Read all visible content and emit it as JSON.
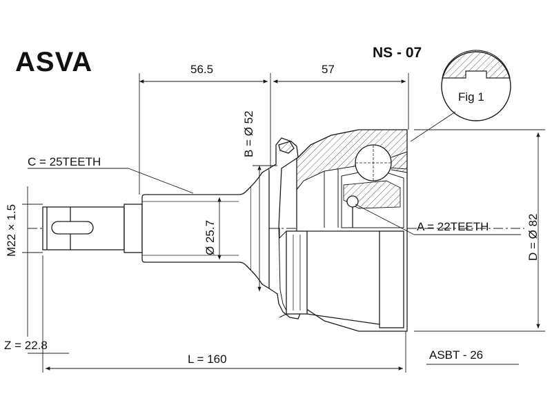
{
  "brand": "ASVA",
  "part_code": "NS - 07",
  "fig_label": "Fig 1",
  "dimensions": {
    "top_left": "56.5",
    "top_right": "57",
    "outer_diameter": "D = Ø 82",
    "boot_diameter": "B = Ø 52",
    "shaft_diameter": "Ø 25.7",
    "outer_teeth": "C = 25TEETH",
    "inner_teeth": "A = 22TEETH",
    "thread": "M22 × 1.5",
    "z": "Z = 22.8",
    "length": "L = 160",
    "abs_ring": "ASBT - 26"
  },
  "colors": {
    "line": "#1a1a1a",
    "background": "#ffffff"
  }
}
